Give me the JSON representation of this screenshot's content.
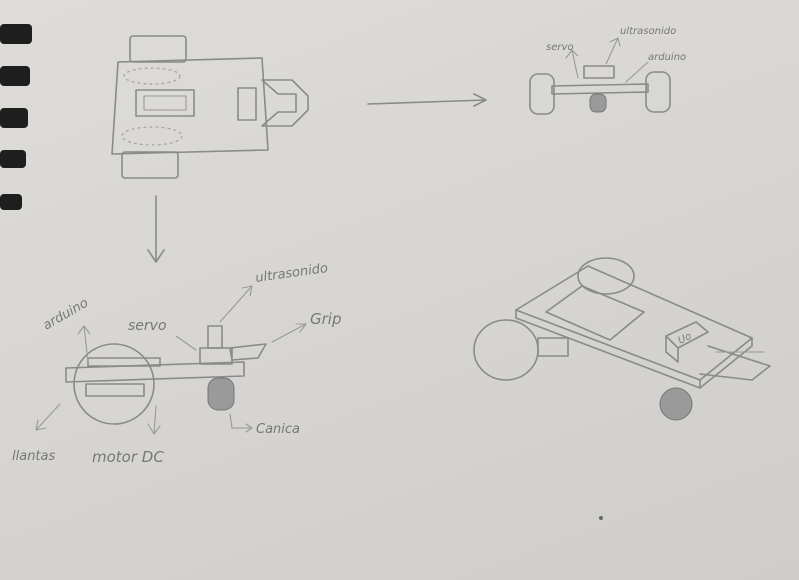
{
  "labels": {
    "top_servo": "servo",
    "top_ultrasonido": "ultrasonido",
    "top_arduino": "arduino",
    "ultrasonido": "ultrasonido",
    "arduino": "arduino",
    "servo": "servo",
    "grip": "Grip",
    "llantas": "llantas",
    "motor_dc": "motor DC",
    "canica": "Canica",
    "ultrasonic_box": "Uo"
  }
}
